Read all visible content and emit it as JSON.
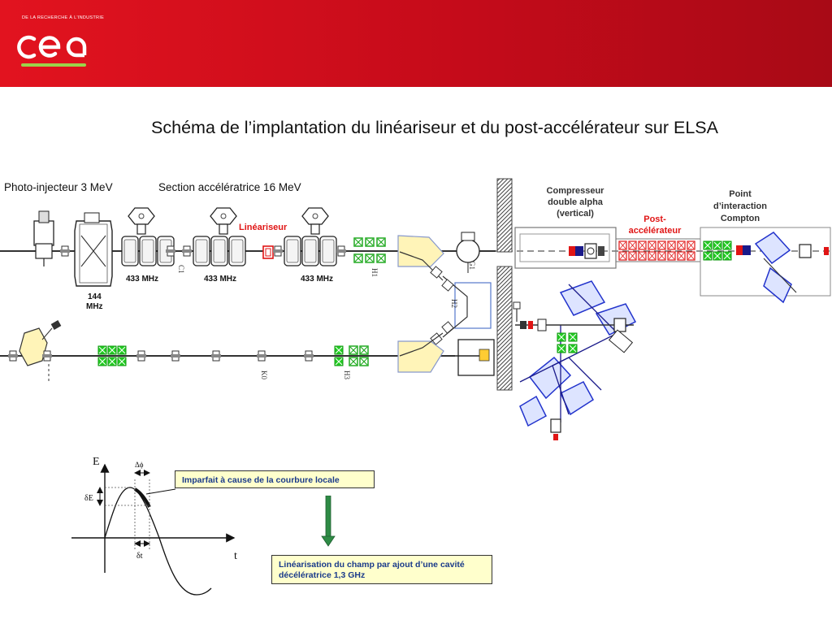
{
  "header": {
    "tagline": "DE LA RECHERCHE À L'INDUSTRIE",
    "logo_text": "cea"
  },
  "title": "Schéma de l’implantation du linéariseur et du post-accélérateur sur ELSA",
  "schema": {
    "photoinjector": "Photo-injecteur 3 MeV",
    "accel_section": "Section accélératrice 16 MeV",
    "linearizer": "Linéariseur",
    "compressor_l1": "Compresseur",
    "compressor_l2": "double alpha",
    "compressor_l3": "(vertical)",
    "post_accel_l1": "Post-",
    "post_accel_l2": "accélérateur",
    "point_l1": "Point",
    "point_l2": "d’interaction",
    "point_l3": "Compton",
    "freq_433_a": "433 MHz",
    "freq_433_b": "433 MHz",
    "freq_433_c": "433 MHz",
    "freq_144_l1": "144",
    "freq_144_l2": "MHz",
    "tag_c1": "C1",
    "tag_h1": "H1",
    "tag_h2": "H2",
    "tag_g1": "G1",
    "tag_k0": "K0",
    "tag_h3": "H3"
  },
  "plot": {
    "ylabel": "E",
    "xlabel": "t",
    "delta_phi": "Δϕ",
    "delta_e": "δE",
    "delta_t": "δt"
  },
  "notes": {
    "imperfect": "Imparfait à cause de la courbure locale",
    "linearisation": "Linéarisation du champ par ajout d’une cavité décélératrice 1,3 GHz"
  },
  "colors": {
    "header_red": "#d9121f",
    "highlight_red": "#e01515",
    "quad_green": "#22cc22",
    "dipole_yellow": "#fff4b8",
    "compton_blue": "#2233cc",
    "note_text": "#1a3a8a",
    "note_bg": "#ffffcc",
    "arrow_green": "#2e8b45"
  }
}
